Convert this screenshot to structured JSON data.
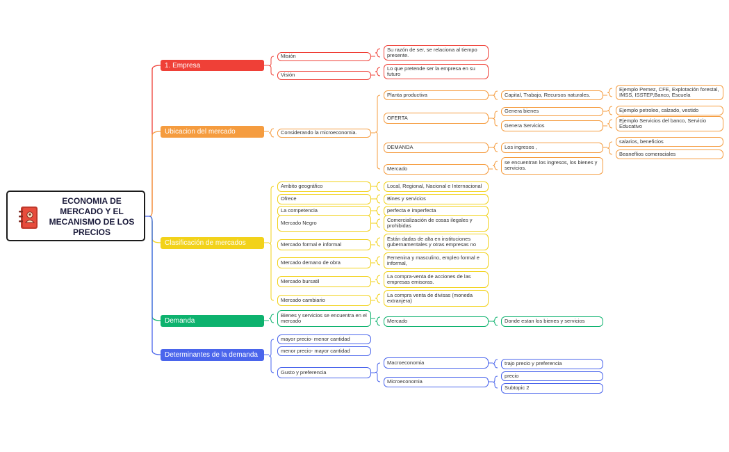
{
  "central": {
    "title": "ECONOMIA DE MERCADO Y EL MECANISMO DE LOS PRECIOS",
    "icon": "notebook-icon"
  },
  "colors": {
    "red": "#ef4037",
    "orange": "#f59c3f",
    "yellow": "#f2d21a",
    "green": "#0db26e",
    "blue": "#4a65ec",
    "connector_main": "#4a65ec"
  },
  "branches": [
    {
      "id": "empresa",
      "label": "1. Empresa",
      "color": "#ef4037",
      "children": [
        {
          "label": "Misión",
          "children": [
            {
              "label": "Su razón de ser, se relaciona al tiempo presente."
            }
          ]
        },
        {
          "label": "Visión",
          "children": [
            {
              "label": "Lo que pretende ser la empresa en su futuro"
            }
          ]
        }
      ]
    },
    {
      "id": "ubicacion",
      "label": "Ubicacion del mercado",
      "color": "#f59c3f",
      "children": [
        {
          "label": "Considerando la microeconomia.",
          "children": [
            {
              "label": "Planta productiva",
              "children": [
                {
                  "label": "Capital, Trabajo,  Recursos naturales.",
                  "children": [
                    {
                      "label": "Ejemplo Pemez, CFE, Explotación forestal, IMSS, ISSTEP,Banco, Escuela"
                    }
                  ]
                }
              ]
            },
            {
              "label": "OFERTA",
              "children": [
                {
                  "label": "Genera bienes",
                  "children": [
                    {
                      "label": "Ejemplo petroleo, calzado, vestido"
                    }
                  ]
                },
                {
                  "label": "Genera Servicios",
                  "children": [
                    {
                      "label": "Ejemplo  Servicios del banco, Servicio Educativo"
                    }
                  ]
                }
              ]
            },
            {
              "label": " DEMANDA",
              "children": [
                {
                  "label": " Los ingresos ,",
                  "children": [
                    {
                      "label": "salarios, beneficios"
                    },
                    {
                      "label": "Beaneflios comeraciales"
                    }
                  ]
                }
              ]
            },
            {
              "label": "Mercado",
              "children": [
                {
                  "label": "se encuentran los ingresos,  los bienes y servicios."
                }
              ]
            }
          ]
        }
      ]
    },
    {
      "id": "clasificacion",
      "label": "Clasificación de mercados",
      "color": "#f2d21a",
      "children": [
        {
          "label": "Ambito geográfico",
          "children": [
            {
              "label": "Local, Regional, Nacional e Internacional"
            }
          ]
        },
        {
          "label": "Ofrece",
          "children": [
            {
              "label": "Bines y servicios"
            }
          ]
        },
        {
          "label": "La competencia",
          "children": [
            {
              "label": " perfecta e imperfecta"
            }
          ]
        },
        {
          "label": "Mercado Negro",
          "children": [
            {
              "label": "Comercialización de cosas ilegales  y prohibidas"
            }
          ]
        },
        {
          "label": "Mercado formal e informal",
          "children": [
            {
              "label": "Están dadas de alta en instituciones gubernamentales y otras empresas no"
            }
          ]
        },
        {
          "label": "Mercado demano de obra",
          "children": [
            {
              "label": "Femenina y  masculino, empleo formal e informal,"
            }
          ]
        },
        {
          "label": "Mercado bursatil",
          "children": [
            {
              "label": " La compra-venta de acciones de las empresas emisoras."
            }
          ]
        },
        {
          "label": "Mercado cambiario",
          "children": [
            {
              "label": "La compra venta de divisas (moneda extranjera)"
            }
          ]
        }
      ]
    },
    {
      "id": "demanda",
      "label": "Demanda",
      "color": "#0db26e",
      "children": [
        {
          "label": "Bienes y servicios se encuentra en el mercado",
          "children": [
            {
              "label": "Mercado",
              "children": [
                {
                  "label": "Donde estan los bienes y servicios"
                }
              ]
            }
          ]
        }
      ]
    },
    {
      "id": "determinantes",
      "label": "Determinantes de la demanda",
      "color": "#4a65ec",
      "children": [
        {
          "label": "mayor precio- menor cantidad"
        },
        {
          "label": "menor precio- mayor cantidad"
        },
        {
          "label": "Gusto y preferencia",
          "children": [
            {
              "label": "Macroeconomia",
              "children": [
                {
                  "label": "trajo precio y preferencia"
                }
              ]
            },
            {
              "label": "Microeconomia",
              "children": [
                {
                  "label": "precio"
                },
                {
                  "label": "Subtopic 2"
                }
              ]
            }
          ]
        }
      ]
    }
  ]
}
